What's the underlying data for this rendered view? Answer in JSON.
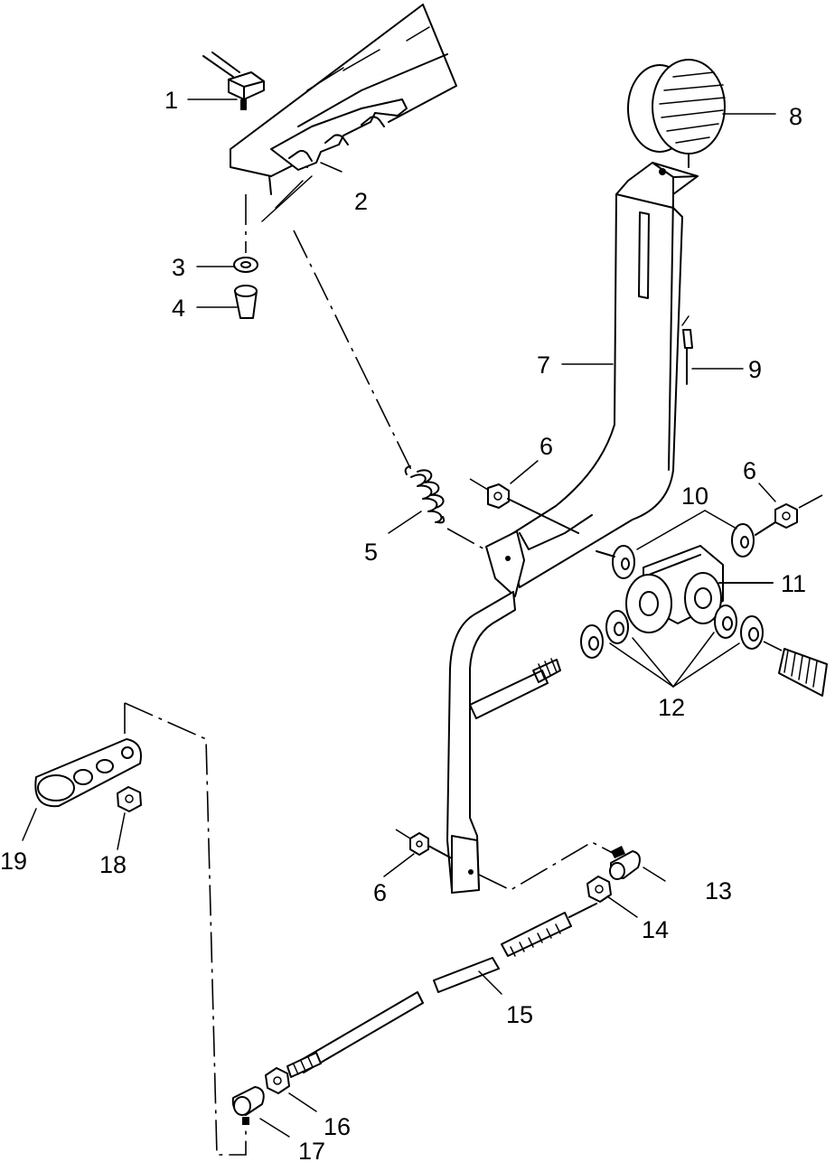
{
  "diagram": {
    "callouts": [
      {
        "id": "1",
        "text": "1"
      },
      {
        "id": "2",
        "text": "2"
      },
      {
        "id": "3",
        "text": "3"
      },
      {
        "id": "4",
        "text": "4"
      },
      {
        "id": "5",
        "text": "5"
      },
      {
        "id": "6a",
        "text": "6"
      },
      {
        "id": "6b",
        "text": "6"
      },
      {
        "id": "6c",
        "text": "6"
      },
      {
        "id": "7",
        "text": "7"
      },
      {
        "id": "8",
        "text": "8"
      },
      {
        "id": "9",
        "text": "9"
      },
      {
        "id": "10",
        "text": "10"
      },
      {
        "id": "11",
        "text": "11"
      },
      {
        "id": "12",
        "text": "12"
      },
      {
        "id": "13",
        "text": "13"
      },
      {
        "id": "14",
        "text": "14"
      },
      {
        "id": "15",
        "text": "15"
      },
      {
        "id": "16",
        "text": "16"
      },
      {
        "id": "17",
        "text": "17"
      },
      {
        "id": "18",
        "text": "18"
      },
      {
        "id": "19",
        "text": "19"
      }
    ]
  }
}
